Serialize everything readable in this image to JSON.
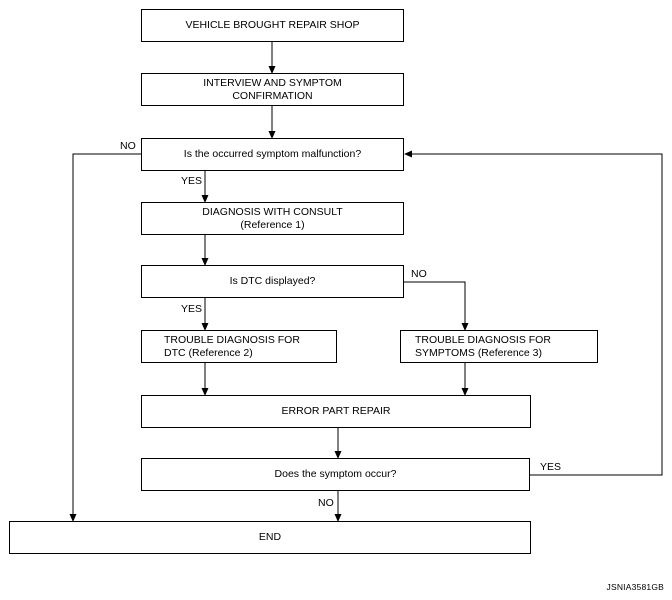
{
  "boxes": {
    "vehicle_brought": "VEHICLE BROUGHT REPAIR SHOP",
    "interview_line1": "INTERVIEW AND SYMPTOM",
    "interview_line2": "CONFIRMATION",
    "symptom_malfunction": "Is the occurred symptom malfunction?",
    "consult_line1": "DIAGNOSIS WITH CONSULT",
    "consult_line2": "(Reference 1)",
    "dtc_displayed": "Is DTC displayed?",
    "dtc_diag_line1": "TROUBLE DIAGNOSIS FOR",
    "dtc_diag_line2": "DTC (Reference 2)",
    "symptoms_diag_line1": "TROUBLE DIAGNOSIS FOR",
    "symptoms_diag_line2": "SYMPTOMS (Reference 3)",
    "error_part_repair": "ERROR PART REPAIR",
    "symptom_occur": "Does the symptom occur?",
    "end": "END"
  },
  "labels": {
    "no_malfunction": "NO",
    "yes_malfunction": "YES",
    "no_dtc": "NO",
    "yes_dtc": "YES",
    "yes_occur": "YES",
    "no_occur": "NO"
  },
  "footer": "JSNIA3581GB"
}
